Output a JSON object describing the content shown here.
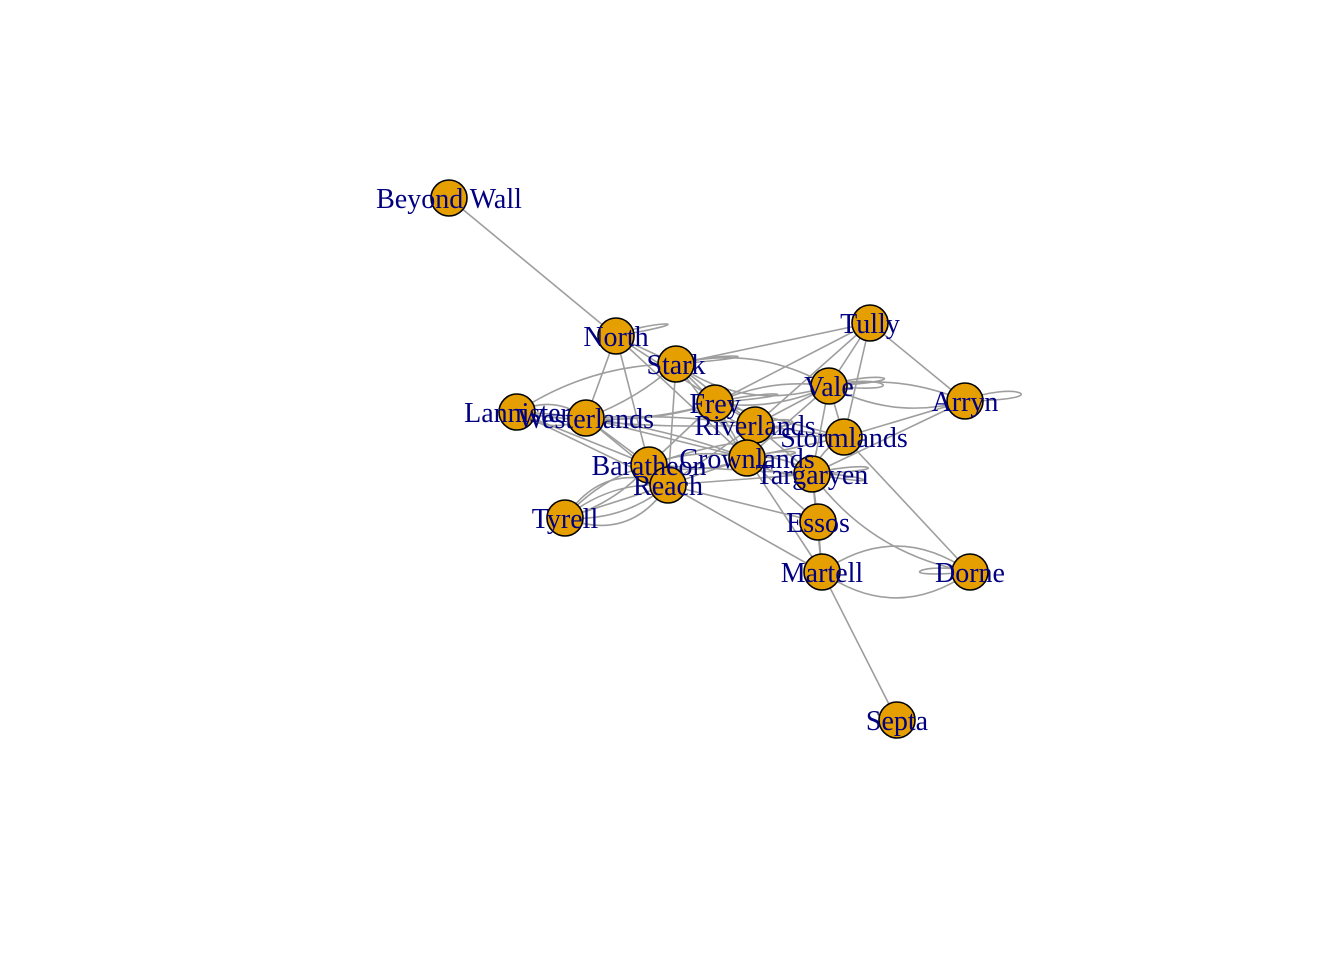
{
  "graph": {
    "style": {
      "node_fill": "#E69F00",
      "node_stroke": "#000000",
      "edge_color": "#9E9E9E",
      "label_color": "#000080",
      "background": "#FFFFFF"
    },
    "nodes": [
      {
        "id": "beyond_wall",
        "label": "Beyond Wall"
      },
      {
        "id": "north",
        "label": "North"
      },
      {
        "id": "stark",
        "label": "Stark"
      },
      {
        "id": "tully",
        "label": "Tully"
      },
      {
        "id": "vale",
        "label": "Vale"
      },
      {
        "id": "arryn",
        "label": "Arryn"
      },
      {
        "id": "lannister",
        "label": "Lannister"
      },
      {
        "id": "westerlands",
        "label": "Westerlands"
      },
      {
        "id": "frey",
        "label": "Frey"
      },
      {
        "id": "riverlands",
        "label": "Riverlands"
      },
      {
        "id": "stormlands",
        "label": "Stormlands"
      },
      {
        "id": "baratheon",
        "label": "Baratheon"
      },
      {
        "id": "crownlands",
        "label": "Crownlands"
      },
      {
        "id": "targaryen",
        "label": "Targaryen"
      },
      {
        "id": "reach",
        "label": "Reach"
      },
      {
        "id": "tyrell",
        "label": "Tyrell"
      },
      {
        "id": "essos",
        "label": "Essos"
      },
      {
        "id": "martell",
        "label": "Martell"
      },
      {
        "id": "dorne",
        "label": "Dorne"
      },
      {
        "id": "septa",
        "label": "Septa"
      }
    ]
  }
}
